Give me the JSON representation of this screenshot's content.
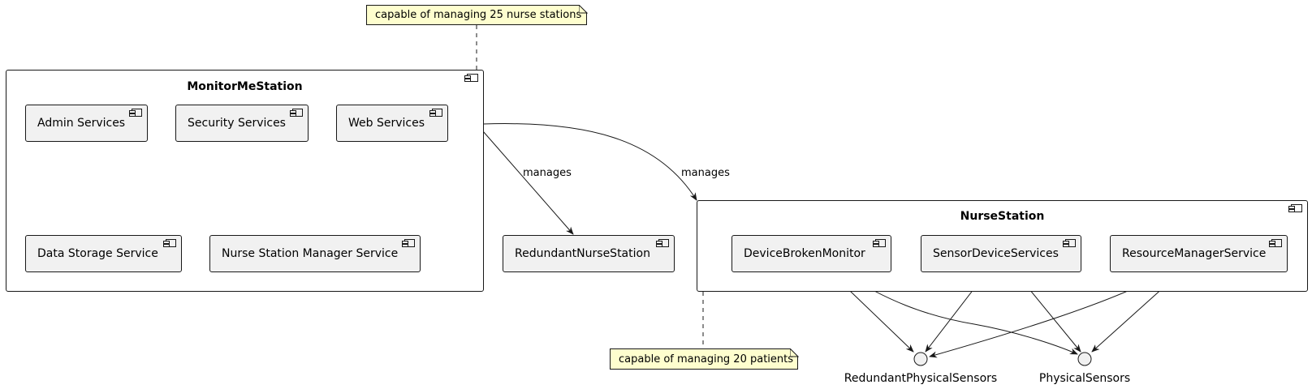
{
  "packages": {
    "monitor": {
      "title": "MonitorMeStation"
    },
    "nurse": {
      "title": "NurseStation"
    }
  },
  "components": {
    "admin": "Admin Services",
    "security": "Security Services",
    "web": "Web Services",
    "storage": "Data Storage Service",
    "nsmanager": "Nurse Station Manager Service",
    "redundant": "RedundantNurseStation",
    "broken": "DeviceBrokenMonitor",
    "sensor": "SensorDeviceServices",
    "resource": "ResourceManagerService"
  },
  "interfaces": {
    "redundant_sensors": "RedundantPhysicalSensors",
    "physical_sensors": "PhysicalSensors"
  },
  "notes": {
    "top": "capable of managing 25 nurse stations",
    "bottom": "capable of managing 20 patients"
  },
  "edges": {
    "manages_redundant": "manages",
    "manages_nurse": "manages"
  }
}
